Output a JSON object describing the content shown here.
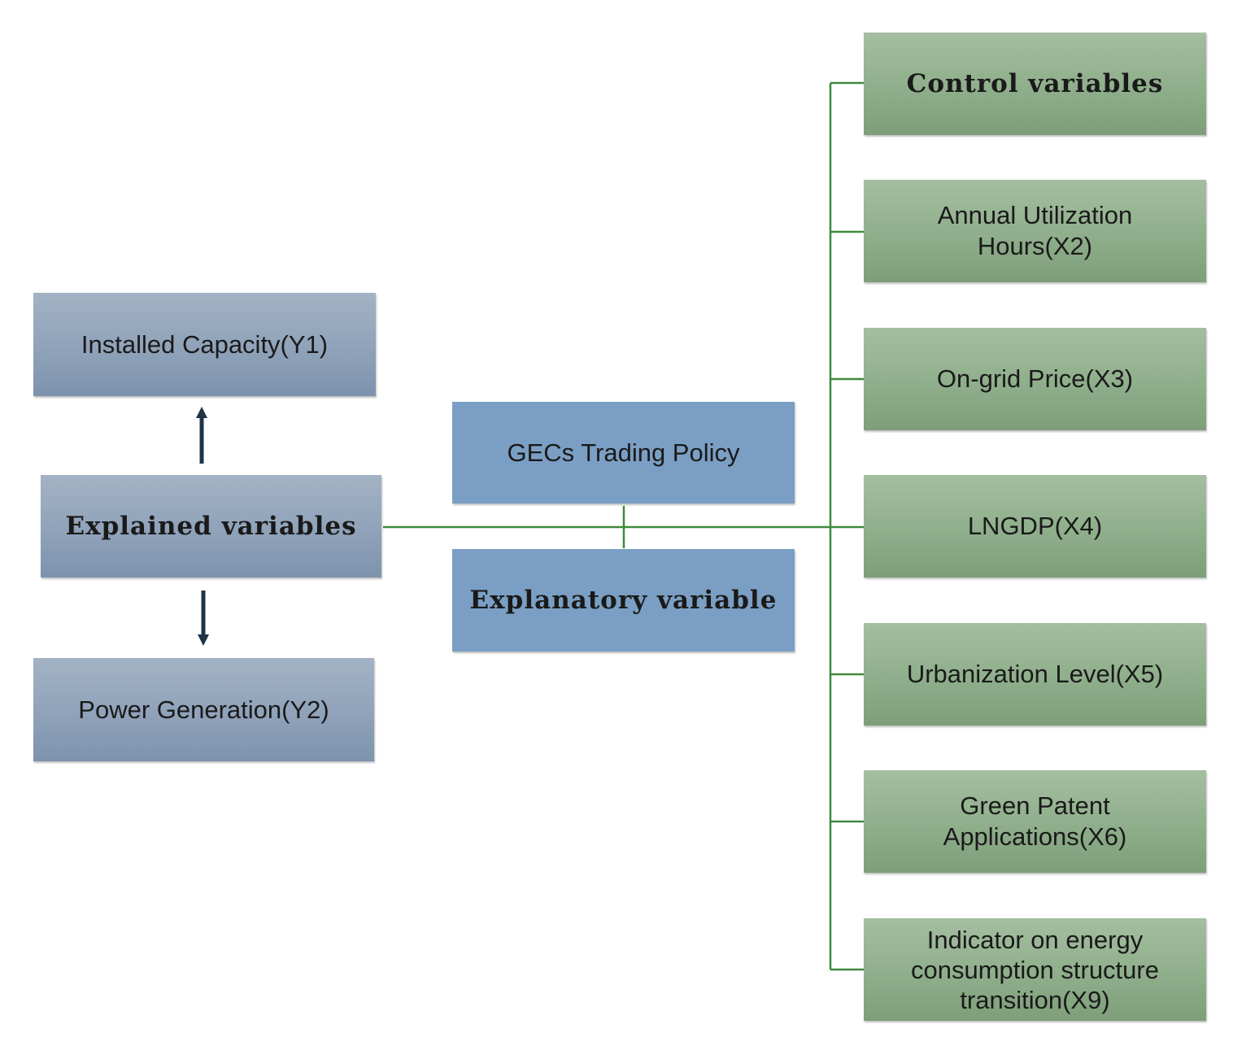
{
  "explained": {
    "title": "Explained variables",
    "items": [
      "Installed Capacity(Y1)",
      "Power Generation(Y2)"
    ]
  },
  "policy": {
    "label": "GECs Trading Policy",
    "role": "Explanatory variable"
  },
  "controls": {
    "title": "Control variables",
    "items": [
      "Annual Utilization Hours(X2)",
      "On-grid Price(X3)",
      "LNGDP(X4)",
      "Urbanization Level(X5)",
      "Green Patent Applications(X6)",
      "Indicator on energy consumption structure transition(X9)"
    ]
  },
  "colors": {
    "connector": "#3e8a3e",
    "arrow": "#1f3347"
  }
}
